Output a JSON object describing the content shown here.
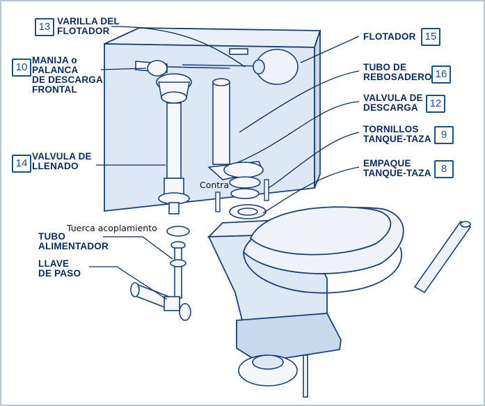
{
  "labels": {
    "varilla": {
      "line1": "VARILLA DEL",
      "line2": "FLOTADOR",
      "num": "13"
    },
    "flotador": {
      "line1": "FLOTADOR",
      "num": "15"
    },
    "manija": {
      "line1": "MANIJA o",
      "line2": "PALANCA",
      "line3": "DE DESCARGA",
      "line4": "FRONTAL",
      "num": "10"
    },
    "rebosadero": {
      "line1": "TUBO DE",
      "line2": "REBOSADERO",
      "num": "16"
    },
    "valvula_descarga": {
      "line1": "VALVULA DE",
      "line2": "DESCARGA",
      "num": "12"
    },
    "tornillos": {
      "line1": "TORNILLOS",
      "line2": "TANQUE-TAZA",
      "num": "9"
    },
    "valvula_llenado": {
      "line1": "VALVULA DE",
      "line2": "LLENADO",
      "num": "14"
    },
    "empaque": {
      "line1": "EMPAQUE",
      "line2": "TANQUE-TAZA",
      "num": "8"
    },
    "tubo_alimentador": {
      "line1": "TUBO",
      "line2": "ALIMENTADOR"
    },
    "llave_paso": {
      "line1": "LLAVE",
      "line2": "DE PASO"
    },
    "contra": "Contra",
    "tuerca": "Tuerca acoplamiento"
  },
  "colors": {
    "outline": "#1a3f73",
    "fill": "#dce8f6",
    "accent": "#1a4f8a"
  }
}
